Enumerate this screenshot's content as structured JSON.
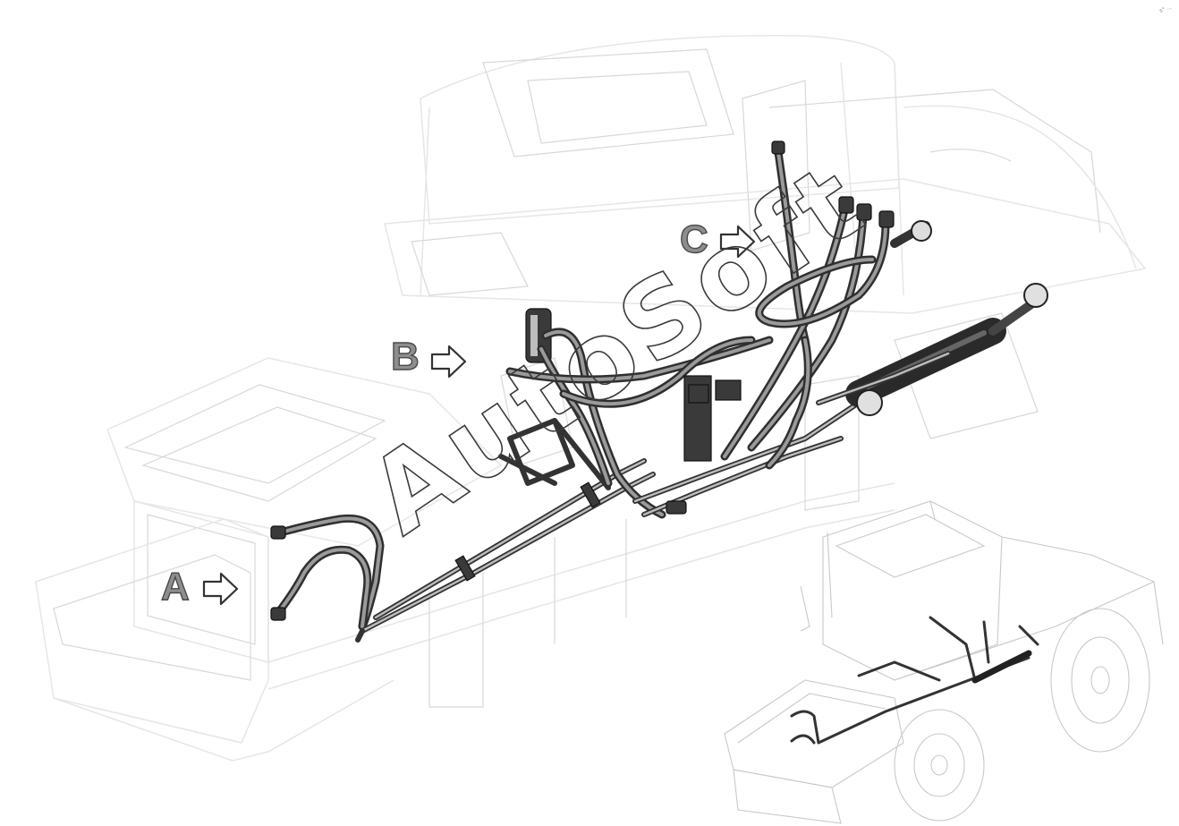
{
  "callouts": {
    "a": "A",
    "b": "B",
    "c": "C"
  },
  "watermark": "AutoSoft",
  "corner_mark": "s° ...",
  "colors": {
    "callout_fill": "#8e8e8e",
    "hose": "#2f2f2f",
    "ghost_outline": "#e6e6e6"
  },
  "icons": {
    "callout_arrow": "right-arrow-outline-icon"
  }
}
